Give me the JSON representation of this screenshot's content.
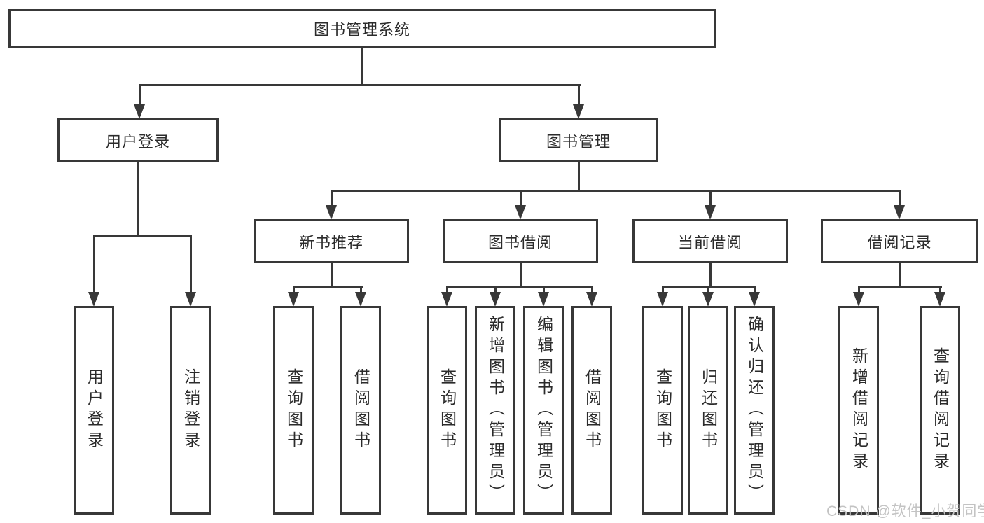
{
  "root": {
    "label": "图书管理系统"
  },
  "level2": {
    "user_login": {
      "label": "用户登录"
    },
    "book_mgmt": {
      "label": "图书管理"
    }
  },
  "level3": {
    "new_book": {
      "label": "新书推荐"
    },
    "borrow": {
      "label": "图书借阅"
    },
    "current": {
      "label": "当前借阅"
    },
    "records": {
      "label": "借阅记录"
    }
  },
  "leaves": {
    "user_login_children": [
      {
        "label": "用户登录"
      },
      {
        "label": "注销登录"
      }
    ],
    "new_book_children": [
      {
        "label": "查询图书"
      },
      {
        "label": "借阅图书"
      }
    ],
    "borrow_children": [
      {
        "label": "查询图书"
      },
      {
        "label": "新增图书（管理员）"
      },
      {
        "label": "编辑图书（管理员）"
      },
      {
        "label": "借阅图书"
      }
    ],
    "current_children": [
      {
        "label": "查询图书"
      },
      {
        "label": "归还图书"
      },
      {
        "label": "确认归还（管理员）"
      }
    ],
    "records_children": [
      {
        "label": "新增借阅记录"
      },
      {
        "label": "查询借阅记录"
      }
    ]
  },
  "watermark": {
    "text": "CSDN @软件_小贺同学"
  },
  "colors": {
    "line": "#383838",
    "text": "#2b2b2b",
    "watermark": "#c3c3c3",
    "background": "#ffffff"
  }
}
